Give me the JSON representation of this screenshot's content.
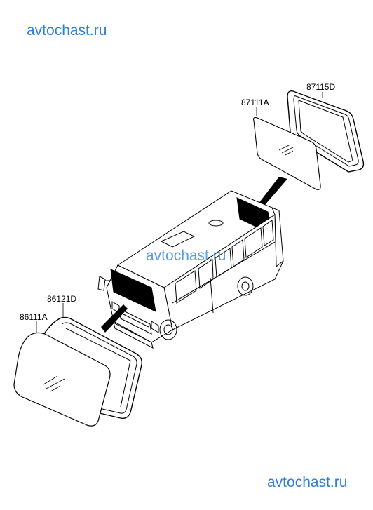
{
  "watermark": {
    "top": "avtochast.ru",
    "middle": "avtochast.ru",
    "bottom": "avtochast.ru"
  },
  "parts": {
    "rear_seal": "87115D",
    "rear_glass": "87111A",
    "windshield_seal": "86121D",
    "windshield_glass": "86111A"
  },
  "colors": {
    "watermark": "#2f7fd8",
    "line": "#000000",
    "glass_tint": "#000000"
  }
}
